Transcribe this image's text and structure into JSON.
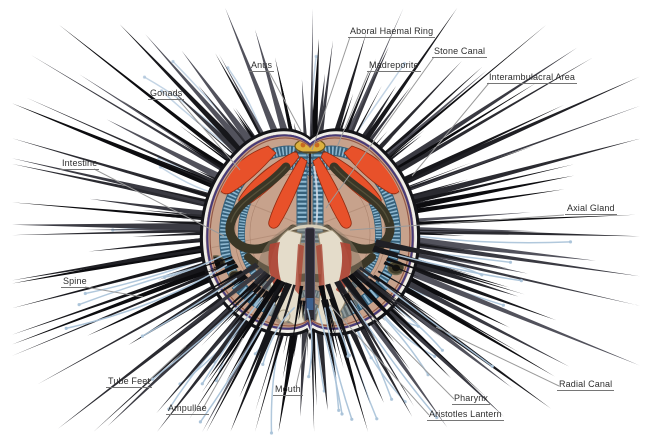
{
  "figure": {
    "type": "anatomical-diagram",
    "subject": "Sea urchin internal anatomy cutaway",
    "labels": [
      {
        "id": "gonads",
        "text": "Gonads"
      },
      {
        "id": "anus",
        "text": "Anus"
      },
      {
        "id": "aboral-haemal-ring",
        "text": "Aboral Haemal Ring"
      },
      {
        "id": "madreporite",
        "text": "Madreporite"
      },
      {
        "id": "stone-canal",
        "text": "Stone Canal"
      },
      {
        "id": "interambulacral-area",
        "text": "Interambulacral Area"
      },
      {
        "id": "intestine",
        "text": "Intestine"
      },
      {
        "id": "axial-gland",
        "text": "Axial Gland"
      },
      {
        "id": "spine",
        "text": "Spine"
      },
      {
        "id": "tube-feet",
        "text": "Tube Feet"
      },
      {
        "id": "ampullae",
        "text": "Ampullae"
      },
      {
        "id": "mouth",
        "text": "Mouth"
      },
      {
        "id": "aristotles-lantern",
        "text": "Aristotles Lantern"
      },
      {
        "id": "pharynx",
        "text": "Pharynx"
      },
      {
        "id": "radial-canal",
        "text": "Radial Canal"
      }
    ],
    "colors": {
      "background": "#ffffff",
      "spine_dark": "#141418",
      "gonad_orange": "#e8512a",
      "gonad_outline": "#932a10",
      "ampulla_blue": "#8fb8d0",
      "ampulla_blue_dark": "#35607a",
      "test_tan": "#c7a28c",
      "plate_line": "#a57e69",
      "rim_purple": "#473a78",
      "rim_white": "#f1efe9",
      "rim_red": "#8a4a38",
      "lantern_cream": "#e4dcca",
      "lantern_shadow": "#8d7b68",
      "muscle_red": "#ad4636",
      "intestine_olive": "#3a3626",
      "tube_foot_blue": "#a9c2d8",
      "madreporite_yellow": "#ddb13e",
      "label_text": "#2e2e2e",
      "leader_line": "#9a9a9a"
    }
  }
}
